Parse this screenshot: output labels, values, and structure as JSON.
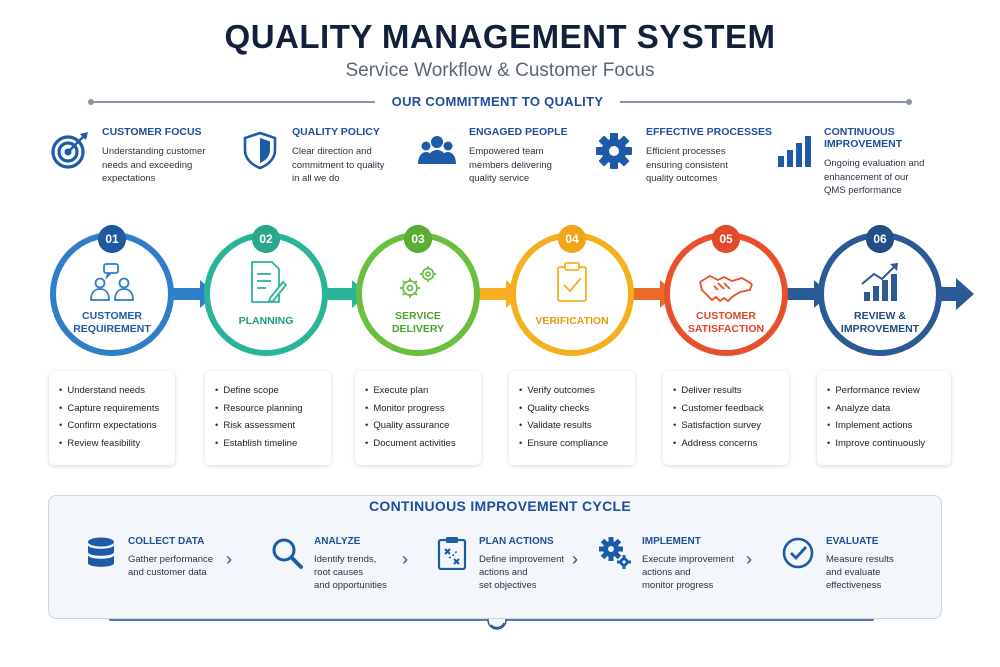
{
  "header": {
    "title": "QUALITY MANAGEMENT SYSTEM",
    "subtitle": "Service Workflow & Customer Focus"
  },
  "commitment": {
    "label": "OUR COMMITMENT TO QUALITY",
    "items": [
      {
        "title": "CUSTOMER FOCUS",
        "lines": [
          "Understanding customer",
          "needs and exceeding",
          "expectations"
        ],
        "icon": "target-icon"
      },
      {
        "title": "QUALITY POLICY",
        "lines": [
          "Clear direction and",
          "commitment to quality",
          "in all we do"
        ],
        "icon": "shield-icon"
      },
      {
        "title": "ENGAGED PEOPLE",
        "lines": [
          "Empowered team",
          "members delivering",
          "quality service"
        ],
        "icon": "people-icon"
      },
      {
        "title": "EFFECTIVE PROCESSES",
        "lines": [
          "Efficient processes",
          "ensuring consistent",
          "quality outcomes"
        ],
        "icon": "gear-icon"
      },
      {
        "title": "CONTINUOUS IMPROVEMENT",
        "lines": [
          "Ongoing evaluation and",
          "enhancement of our",
          "QMS performance"
        ],
        "icon": "bar-chart-icon"
      }
    ]
  },
  "stages": [
    {
      "num": "01",
      "label_lines": [
        "CUSTOMER",
        "REQUIREMENT"
      ],
      "color": "#2f7fc8",
      "icon": "users-chat-icon",
      "bullets": [
        "Understand needs",
        "Capture requirements",
        "Confirm expectations",
        "Review feasibility"
      ]
    },
    {
      "num": "02",
      "label_lines": [
        "PLANNING"
      ],
      "color": "#2ab59a",
      "icon": "document-pen-icon",
      "bullets": [
        "Define scope",
        "Resource planning",
        "Risk assessment",
        "Establish timeline"
      ]
    },
    {
      "num": "03",
      "label_lines": [
        "SERVICE",
        "DELIVERY"
      ],
      "color": "#6bbf3f",
      "icon": "gears-icon",
      "bullets": [
        "Execute plan",
        "Monitor progress",
        "Quality assurance",
        "Document activities"
      ]
    },
    {
      "num": "04",
      "label_lines": [
        "VERIFICATION"
      ],
      "color": "#f5b01f",
      "icon": "clipboard-check-icon",
      "bullets": [
        "Verify outcomes",
        "Quality checks",
        "Validate results",
        "Ensure compliance"
      ]
    },
    {
      "num": "05",
      "label_lines": [
        "CUSTOMER",
        "SATISFACTION"
      ],
      "color": "#e8502c",
      "icon": "handshake-icon",
      "bullets": [
        "Deliver results",
        "Customer feedback",
        "Satisfaction survey",
        "Address concerns"
      ]
    },
    {
      "num": "06",
      "label_lines": [
        "REVIEW &",
        "IMPROVEMENT"
      ],
      "color": "#2c5a95",
      "icon": "growth-chart-icon",
      "bullets": [
        "Performance review",
        "Analyze data",
        "Implement actions",
        "Improve continuously"
      ]
    }
  ],
  "cycle": {
    "title": "CONTINUOUS IMPROVEMENT CYCLE",
    "items": [
      {
        "title": "COLLECT DATA",
        "lines": [
          "Gather performance",
          "and customer data"
        ],
        "icon": "database-icon"
      },
      {
        "title": "ANALYZE",
        "lines": [
          "Identify trends,",
          "root causes",
          "and opportunities"
        ],
        "icon": "magnifier-icon"
      },
      {
        "title": "PLAN ACTIONS",
        "lines": [
          "Define improvement",
          "actions and",
          "set objectives"
        ],
        "icon": "clipboard-plan-icon"
      },
      {
        "title": "IMPLEMENT",
        "lines": [
          "Execute improvement",
          "actions and",
          "monitor progress"
        ],
        "icon": "gears-icon"
      },
      {
        "title": "EVALUATE",
        "lines": [
          "Measure results",
          "and evaluate",
          "effectiveness"
        ],
        "icon": "check-circle-icon"
      }
    ]
  }
}
